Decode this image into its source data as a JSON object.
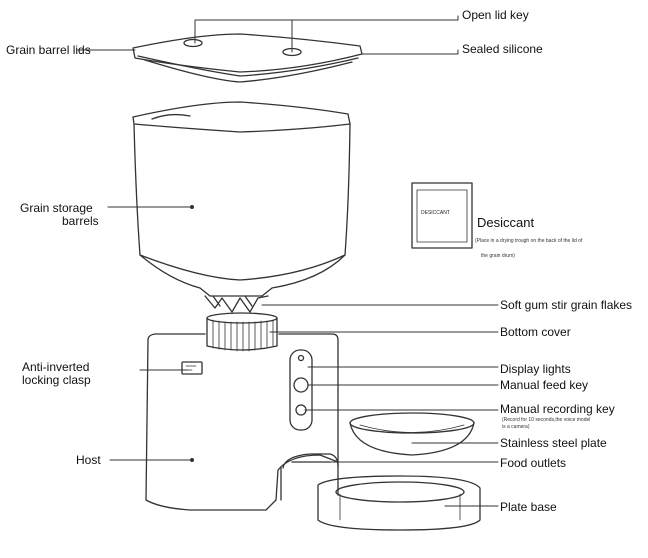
{
  "labels": {
    "open_lid_key": "Open lid key",
    "grain_barrel_lids": "Grain barrel lids",
    "sealed_silicone": "Sealed silicone",
    "grain_storage_barrels_1": "Grain storage",
    "grain_storage_barrels_2": "barrels",
    "desiccant": "Desiccant",
    "desiccant_note_1": "(Place in a drying trough on the back of the lid of",
    "desiccant_note_2": "the grain drum)",
    "desiccant_packet": "DESICCANT",
    "soft_gum": "Soft gum stir grain flakes",
    "bottom_cover": "Bottom cover",
    "anti_inverted_1": "Anti-inverted",
    "anti_inverted_2": "locking clasp",
    "display_lights": "Display lights",
    "manual_feed_key": "Manual feed key",
    "manual_recording_key": "Manual recording key",
    "recording_note_1": "(Record for 10 seconds,the voice model",
    "recording_note_2": "is a camera)",
    "stainless_plate": "Stainless steel plate",
    "host": "Host",
    "food_outlets": "Food outlets",
    "plate_base": "Plate base"
  },
  "colors": {
    "line": "#333333",
    "text": "#111111"
  }
}
